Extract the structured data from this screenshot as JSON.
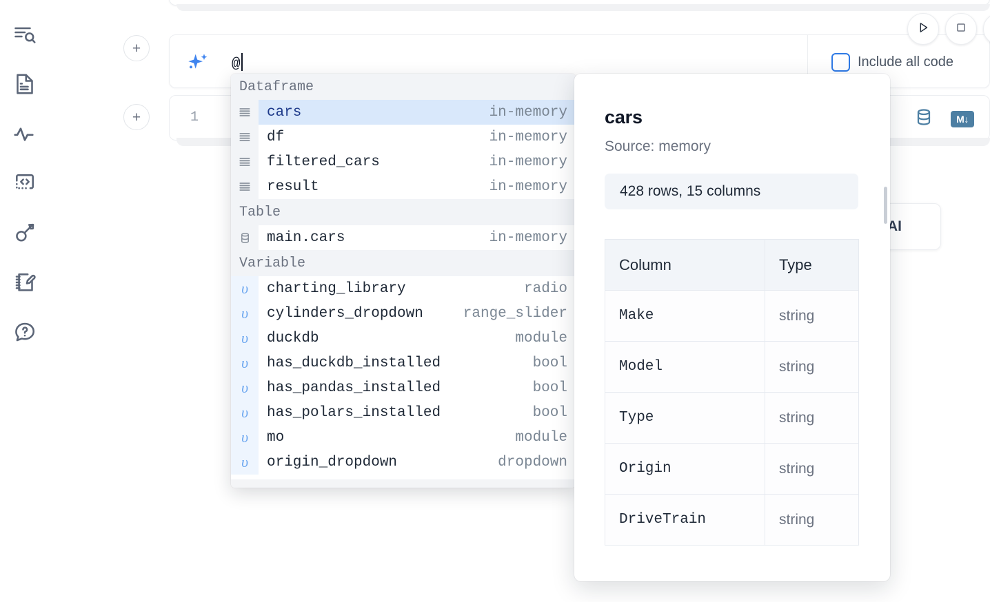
{
  "sidebar": {
    "items": [
      {
        "icon": "explorer-search-icon",
        "label": "Explorer"
      },
      {
        "icon": "document-icon",
        "label": "Documentation"
      },
      {
        "icon": "activity-pulse-icon",
        "label": "Activity"
      },
      {
        "icon": "code-snippet-icon",
        "label": "Snippets"
      },
      {
        "icon": "key-icon",
        "label": "Secrets"
      },
      {
        "icon": "notebook-edit-icon",
        "label": "Scratchpad"
      },
      {
        "icon": "help-chat-icon",
        "label": "Help"
      }
    ]
  },
  "editor": {
    "add_cell_label": "+",
    "ai_prompt": {
      "icon": "sparkle-icon",
      "value": "@",
      "include_all_code_label": "Include all code",
      "include_all_code_checked": false
    },
    "code_cell": {
      "line_number": "1",
      "tools": [
        {
          "icon": "database-icon",
          "label": "SQL"
        },
        {
          "icon": "markdown-icon",
          "label": "M↓"
        }
      ]
    },
    "run_controls": [
      {
        "icon": "run-play-icon",
        "label": "Run"
      },
      {
        "icon": "stop-square-icon",
        "label": "Stop"
      }
    ],
    "ai_button_label": "AI"
  },
  "autocomplete": {
    "groups": [
      {
        "label": "Dataframe",
        "items": [
          {
            "icon": "dataframe-icon",
            "name": "cars",
            "type": "in-memory",
            "selected": true
          },
          {
            "icon": "dataframe-icon",
            "name": "df",
            "type": "in-memory",
            "selected": false
          },
          {
            "icon": "dataframe-icon",
            "name": "filtered_cars",
            "type": "in-memory",
            "selected": false
          },
          {
            "icon": "dataframe-icon",
            "name": "result",
            "type": "in-memory",
            "selected": false
          }
        ]
      },
      {
        "label": "Table",
        "items": [
          {
            "icon": "table-db-icon",
            "name": "main.cars",
            "type": "in-memory",
            "selected": false
          }
        ]
      },
      {
        "label": "Variable",
        "items": [
          {
            "icon": "variable-icon",
            "name": "charting_library",
            "type": "radio",
            "selected": false
          },
          {
            "icon": "variable-icon",
            "name": "cylinders_dropdown",
            "type": "range_slider",
            "selected": false
          },
          {
            "icon": "variable-icon",
            "name": "duckdb",
            "type": "module",
            "selected": false
          },
          {
            "icon": "variable-icon",
            "name": "has_duckdb_installed",
            "type": "bool",
            "selected": false
          },
          {
            "icon": "variable-icon",
            "name": "has_pandas_installed",
            "type": "bool",
            "selected": false
          },
          {
            "icon": "variable-icon",
            "name": "has_polars_installed",
            "type": "bool",
            "selected": false
          },
          {
            "icon": "variable-icon",
            "name": "mo",
            "type": "module",
            "selected": false
          },
          {
            "icon": "variable-icon",
            "name": "origin_dropdown",
            "type": "dropdown",
            "selected": false
          }
        ]
      }
    ]
  },
  "preview": {
    "title": "cars",
    "source": "Source: memory",
    "shape": "428 rows, 15 columns",
    "columns_header": "Column",
    "type_header": "Type",
    "rows": [
      {
        "column": "Make",
        "type": "string"
      },
      {
        "column": "Model",
        "type": "string"
      },
      {
        "column": "Type",
        "type": "string"
      },
      {
        "column": "Origin",
        "type": "string"
      },
      {
        "column": "DriveTrain",
        "type": "string"
      }
    ]
  },
  "colors": {
    "accent_blue": "#2f7ae5",
    "sparkle_blue": "#3f84ef",
    "selection_blue": "#d9e8fb",
    "icon_slate": "#5b6577",
    "tool_steel": "#4d7fa3"
  }
}
